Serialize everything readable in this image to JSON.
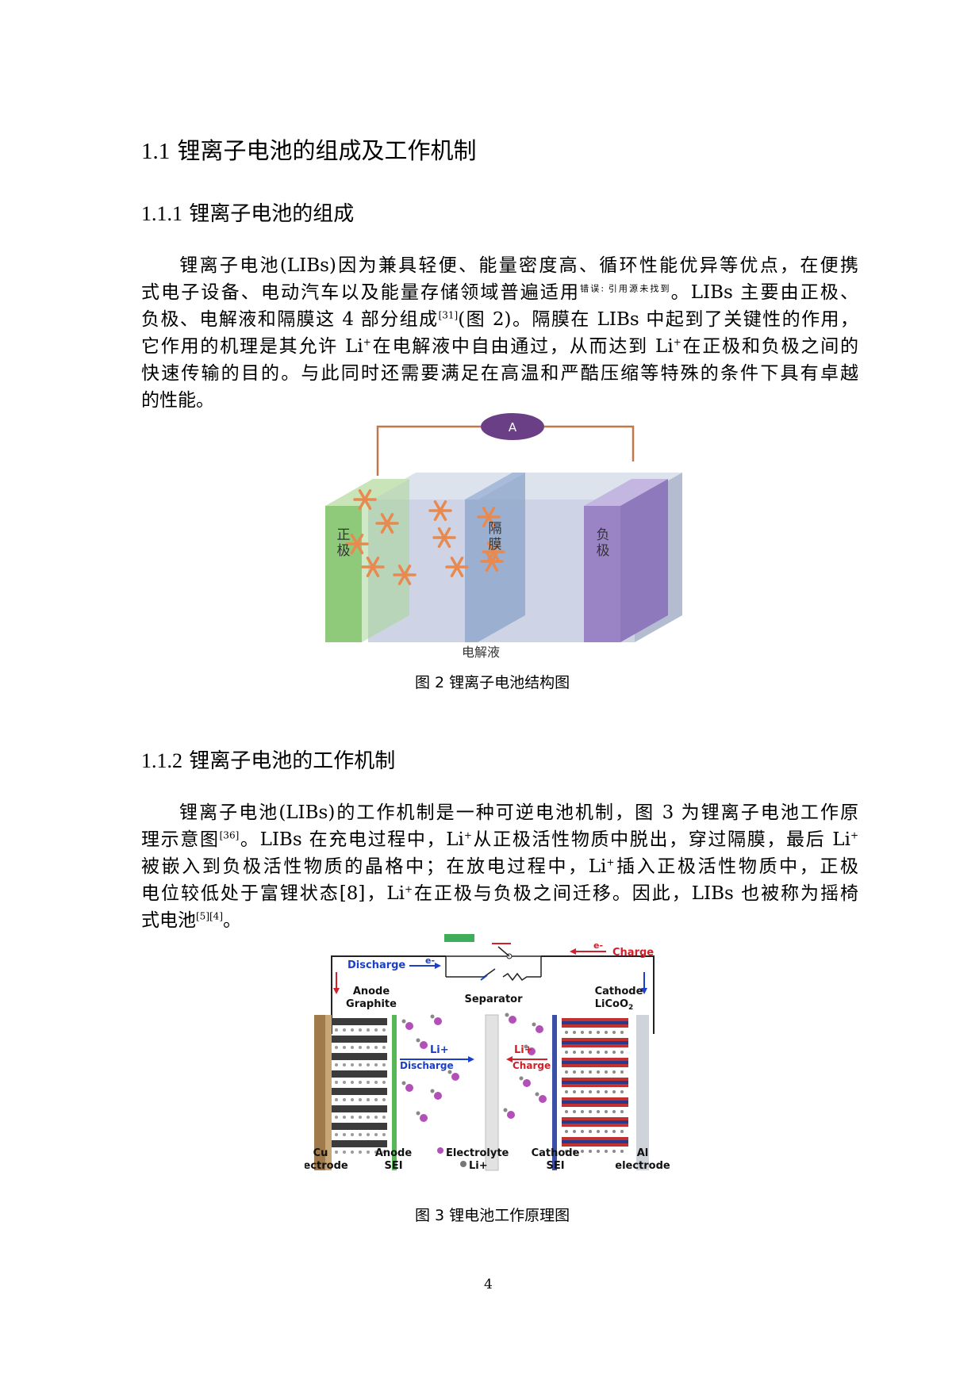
{
  "section": {
    "num": "1.1",
    "title": "锂离子电池的组成及工作机制"
  },
  "sub1": {
    "num": "1.1.1",
    "title": "锂离子电池的组成",
    "para": {
      "l1": "锂离子电池(LIBs)因为兼具轻便、能量密度高、循环性能优异等优点，在便携",
      "l2a": "式电子设备、电动汽车以及能量存储领域普遍适用",
      "l2err": "错误: 引用源未找到",
      "l2b": "。LIBs 主要由正极、",
      "l3a": "负极、电解液和隔膜这 4 部分组成",
      "l3ref": "[31]",
      "l3b": "(图 2)。隔膜在 LIBs 中起到了关键性的作用，",
      "l4a": "它作用的机理是其允许 Li",
      "l4sup1": "+",
      "l4b": "在电解液中自由通过，从而达到 Li",
      "l4sup2": "+",
      "l4c": "在正极和负极之间的",
      "l5": "快速传输的目的。与此同时还需要满足在高温和严酷压缩等特殊的条件下具有卓越",
      "l6": "的性能。"
    }
  },
  "fig2": {
    "ammeter": "A",
    "positive": [
      "正",
      "极"
    ],
    "separator": [
      "隔",
      "膜"
    ],
    "negative": [
      "负",
      "极"
    ],
    "electrolyte": "电解液",
    "caption": "图 2  锂离子电池结构图"
  },
  "sub2": {
    "num": "1.1.2",
    "title": "锂离子电池的工作机制",
    "para": {
      "l1": "锂离子电池(LIBs)的工作机制是一种可逆电池机制，图 3 为锂离子电池工作原",
      "l2a": "理示意图",
      "l2ref": "[36]",
      "l2b": "。LIBs 在充电过程中，Li",
      "l2sup1": "+",
      "l2c": "从正极活性物质中脱出，穿过隔膜，最后 Li",
      "l2sup2": "+",
      "l3a": "被嵌入到负极活性物质的晶格中；在放电过程中，Li",
      "l3sup": "+",
      "l3b": "插入正极活性物质中，正极",
      "l4a": "电位较低处于富锂状态[8]，Li",
      "l4sup": "+",
      "l4b": "在正极与负极之间迁移。因此，LIBs 也被称为摇椅",
      "l5a": "式电池",
      "l5ref": "[5][4]",
      "l5b": "。"
    }
  },
  "fig3": {
    "discharge_top": "Discharge",
    "electron_top": "e-",
    "charge_top": "Charge",
    "electron_charge": "e-",
    "anode": "Anode",
    "graphite": "Graphite",
    "separator": "Separator",
    "cathode": "Cathode",
    "licoo2": "LiCoO",
    "licoo2_sub": "2",
    "li_discharge": "Li+",
    "discharge_mid": "Discharge",
    "li_charge": "Li+",
    "charge_mid": "Charge",
    "cu": "Cu",
    "electrode": "electrode",
    "anode_b": "Anode",
    "sei": "SEI",
    "electrolyte": "Electrolyte",
    "li_legend": "Li+",
    "cathode_b": "Cathode",
    "sei2": "SEI",
    "al": "Al",
    "electrode2": "electrode",
    "caption": "图 3  锂电池工作原理图"
  },
  "page_number": "4",
  "colors": {
    "wire": "#c07848",
    "ammeter": "#6a3f86",
    "positive": "#8fc97a",
    "negative": "#9a84c6",
    "separator": "#8ea6cc",
    "ion": "#e8894f",
    "discharge": "#1b40c8",
    "charge": "#d0202a",
    "licoo2_red": "#c23030",
    "ion_purple": "#b34fb8"
  }
}
